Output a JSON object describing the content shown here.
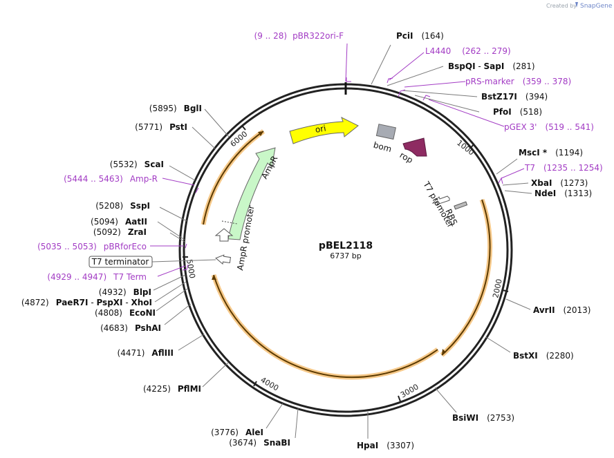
{
  "credit": {
    "prefix": "Created by",
    "brand": "SnapGene"
  },
  "plasmid": {
    "name": "pBEL2118",
    "size_label": "6737 bp",
    "length": 6737
  },
  "ticks": [
    "1000",
    "2000",
    "3000",
    "4000",
    "5000",
    "6000"
  ],
  "features": [
    {
      "name": "ori",
      "color": "#ffff00",
      "stroke": "#777777"
    },
    {
      "name": "bom",
      "color": "#a7abb3"
    },
    {
      "name": "rop",
      "color": "#8e2b62"
    },
    {
      "name": "AmpR",
      "color": "#c9f7c8"
    },
    {
      "name": "AmpR promoter",
      "color": "#ffffff"
    },
    {
      "name": "T7 promoter",
      "color": "#ffffff"
    },
    {
      "name": "RBS",
      "color": "#bbbbbb"
    }
  ],
  "boxed_label": "T7 terminator",
  "sites": [
    {
      "name": "PciI",
      "pos": "(164)"
    },
    {
      "name": "BspQI",
      "sep": " - ",
      "name2": "SapI",
      "pos": "(281)"
    },
    {
      "name": "BstZ17I",
      "pos": "(394)"
    },
    {
      "name": "PfoI",
      "pos": "(518)"
    },
    {
      "name": "MscI",
      "mark": " *",
      "pos": "(1194)"
    },
    {
      "name": "XbaI",
      "pos": "(1273)"
    },
    {
      "name": "NdeI",
      "pos": "(1313)"
    },
    {
      "name": "AvrII",
      "pos": "(2013)"
    },
    {
      "name": "BstXI",
      "pos": "(2280)"
    },
    {
      "name": "BsiWI",
      "pos": "(2753)"
    },
    {
      "name": "HpaI",
      "pos": "(3307)"
    },
    {
      "name": "SnaBI",
      "pos": "(3674)"
    },
    {
      "name": "AleI",
      "pos": "(3776)"
    },
    {
      "name": "PflMI",
      "pos": "(4225)"
    },
    {
      "name": "AflIII",
      "pos": "(4471)"
    },
    {
      "name": "PshAI",
      "pos": "(4683)"
    },
    {
      "name": "EcoNI",
      "pos": "(4808)"
    },
    {
      "name": "PaeR7I",
      "sep": " - ",
      "name2": "PspXI",
      "sep2": " - ",
      "name3": "XhoI",
      "pos": "(4872)"
    },
    {
      "name": "BlpI",
      "pos": "(4932)"
    },
    {
      "name": "ZraI",
      "pos": "(5092)"
    },
    {
      "name": "AatII",
      "pos": "(5094)"
    },
    {
      "name": "SspI",
      "pos": "(5208)"
    },
    {
      "name": "ScaI",
      "pos": "(5532)"
    },
    {
      "name": "PstI",
      "pos": "(5771)"
    },
    {
      "name": "BglI",
      "pos": "(5895)"
    }
  ],
  "primers": [
    {
      "name": "pBR322ori-F",
      "range": "(9 .. 28)"
    },
    {
      "name": "L4440",
      "range": "(262 .. 279)"
    },
    {
      "name": "pRS-marker",
      "range": "(359 .. 378)"
    },
    {
      "name": "pGEX 3'",
      "range": "(519 .. 541)"
    },
    {
      "name": "T7",
      "range": "(1235 .. 1254)"
    },
    {
      "name": "T7 Term",
      "range": "(4929 .. 4947)"
    },
    {
      "name": "pBRforEco",
      "range": "(5035 .. 5053)"
    },
    {
      "name": "Amp-R",
      "range": "(5444 .. 5463)"
    }
  ]
}
